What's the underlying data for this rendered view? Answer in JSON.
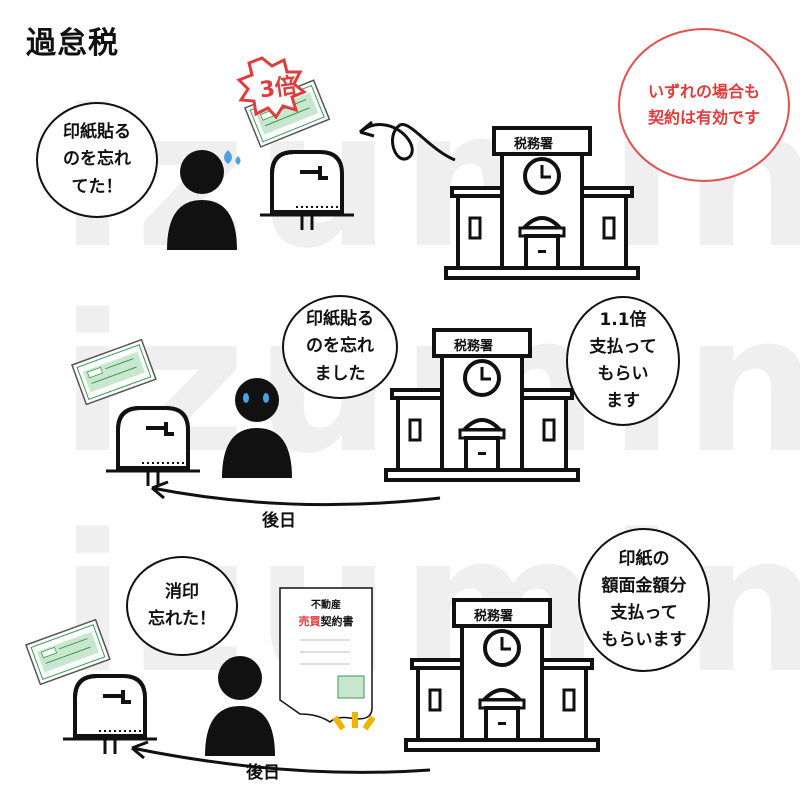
{
  "title": "過怠税",
  "watermark": "izumin",
  "office_label": "税務署",
  "red_note": "いずれの場合も\n契約は有効です",
  "penalty_badge": "3倍",
  "row1": {
    "speech": "印紙貼る\nのを忘れ\nてた！"
  },
  "row2": {
    "speech_person": "印紙貼る\nのを忘れ\nました",
    "speech_office": "1.1倍\n支払って\nもらい\nます",
    "arrow_label": "後日"
  },
  "row3": {
    "speech_person": "消印\n忘れた！",
    "speech_office": "印紙の\n額面金額分\n支払って\nもらいます",
    "arrow_label": "後日",
    "document": {
      "line1": "不動産",
      "line2_red": "売買",
      "line2_rest": "契約書"
    }
  },
  "colors": {
    "red": "#e03c3c",
    "stamp_green": "#c9e7cf",
    "accent_yellow": "#f0b400",
    "watermark": "#efefef"
  }
}
